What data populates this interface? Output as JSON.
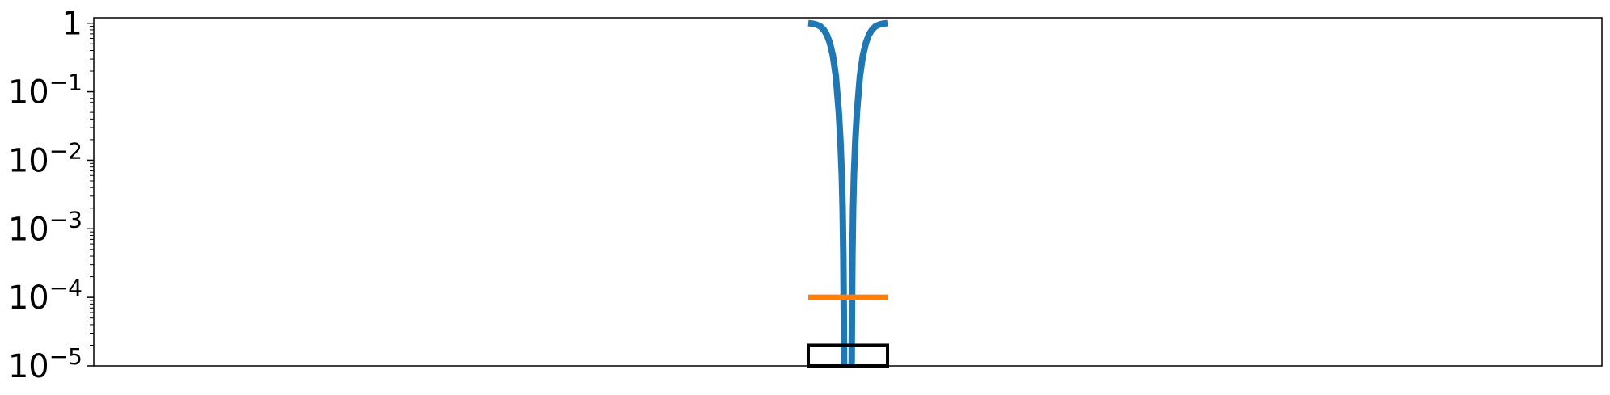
{
  "chart_data": {
    "type": "line",
    "title": "",
    "xlabel": "",
    "ylabel": "",
    "yscale": "log",
    "ylim": [
      1e-05,
      1.2
    ],
    "xlim": [
      -1.0,
      1.0
    ],
    "x_ticks_visible": false,
    "grid": false,
    "legend": "none",
    "yticks": [
      {
        "base": "1",
        "exp": "",
        "value": 1
      },
      {
        "base": "10",
        "exp": "−1",
        "value": 0.1
      },
      {
        "base": "10",
        "exp": "−2",
        "value": 0.01
      },
      {
        "base": "10",
        "exp": "−3",
        "value": 0.001
      },
      {
        "base": "10",
        "exp": "−4",
        "value": 0.0001
      },
      {
        "base": "10",
        "exp": "−5",
        "value": 1e-05
      }
    ],
    "series": [
      {
        "color": "#1f77b4",
        "style": "line",
        "x": [
          -0.0526,
          -0.048,
          -0.044,
          -0.04,
          -0.036,
          -0.032,
          -0.028,
          -0.024,
          -0.02,
          -0.016,
          -0.012,
          -0.01,
          -0.008,
          -0.007,
          -0.0065,
          -0.006,
          -0.0058,
          -0.0056,
          -0.0055,
          -0.0054,
          -0.0053,
          -0.0052,
          -0.0051,
          -0.005,
          -0.005
        ],
        "y": [
          1.0,
          0.99,
          0.97,
          0.94,
          0.89,
          0.8,
          0.68,
          0.52,
          0.34,
          0.17,
          0.05,
          0.02,
          0.006,
          0.002,
          0.001,
          0.0004,
          0.0002,
          0.0001,
          7e-05,
          5e-05,
          3e-05,
          2e-05,
          1.4e-05,
          1.1e-05,
          1e-05
        ]
      },
      {
        "color": "#1f77b4",
        "style": "line",
        "x": [
          0.0526,
          0.048,
          0.044,
          0.04,
          0.036,
          0.032,
          0.028,
          0.024,
          0.02,
          0.016,
          0.012,
          0.01,
          0.008,
          0.007,
          0.0065,
          0.006,
          0.0058,
          0.0056,
          0.0055,
          0.0054,
          0.0053,
          0.0052,
          0.0051,
          0.005,
          0.005
        ],
        "y": [
          1.0,
          0.99,
          0.97,
          0.94,
          0.89,
          0.8,
          0.68,
          0.52,
          0.34,
          0.17,
          0.05,
          0.02,
          0.006,
          0.002,
          0.001,
          0.0004,
          0.0002,
          0.0001,
          7e-05,
          5e-05,
          3e-05,
          2e-05,
          1.4e-05,
          1.1e-05,
          1e-05
        ]
      },
      {
        "color": "#ff7f0e",
        "style": "hline",
        "x": [
          -0.0526,
          0.0526
        ],
        "y": [
          0.0001,
          0.0001
        ]
      },
      {
        "color": "#000000",
        "style": "rect",
        "x": [
          -0.0526,
          0.0526
        ],
        "y": [
          1e-05,
          2e-05
        ]
      }
    ]
  }
}
